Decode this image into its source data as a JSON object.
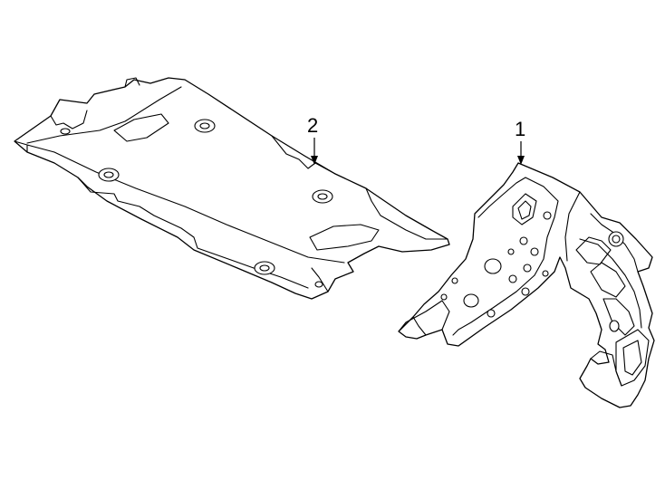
{
  "callouts": [
    {
      "id": "1",
      "label": "1"
    },
    {
      "id": "2",
      "label": "2"
    }
  ],
  "parts": [
    {
      "callout": "1",
      "icon": "side-bracket-panel"
    },
    {
      "callout": "2",
      "icon": "radiator-support-cover"
    }
  ]
}
